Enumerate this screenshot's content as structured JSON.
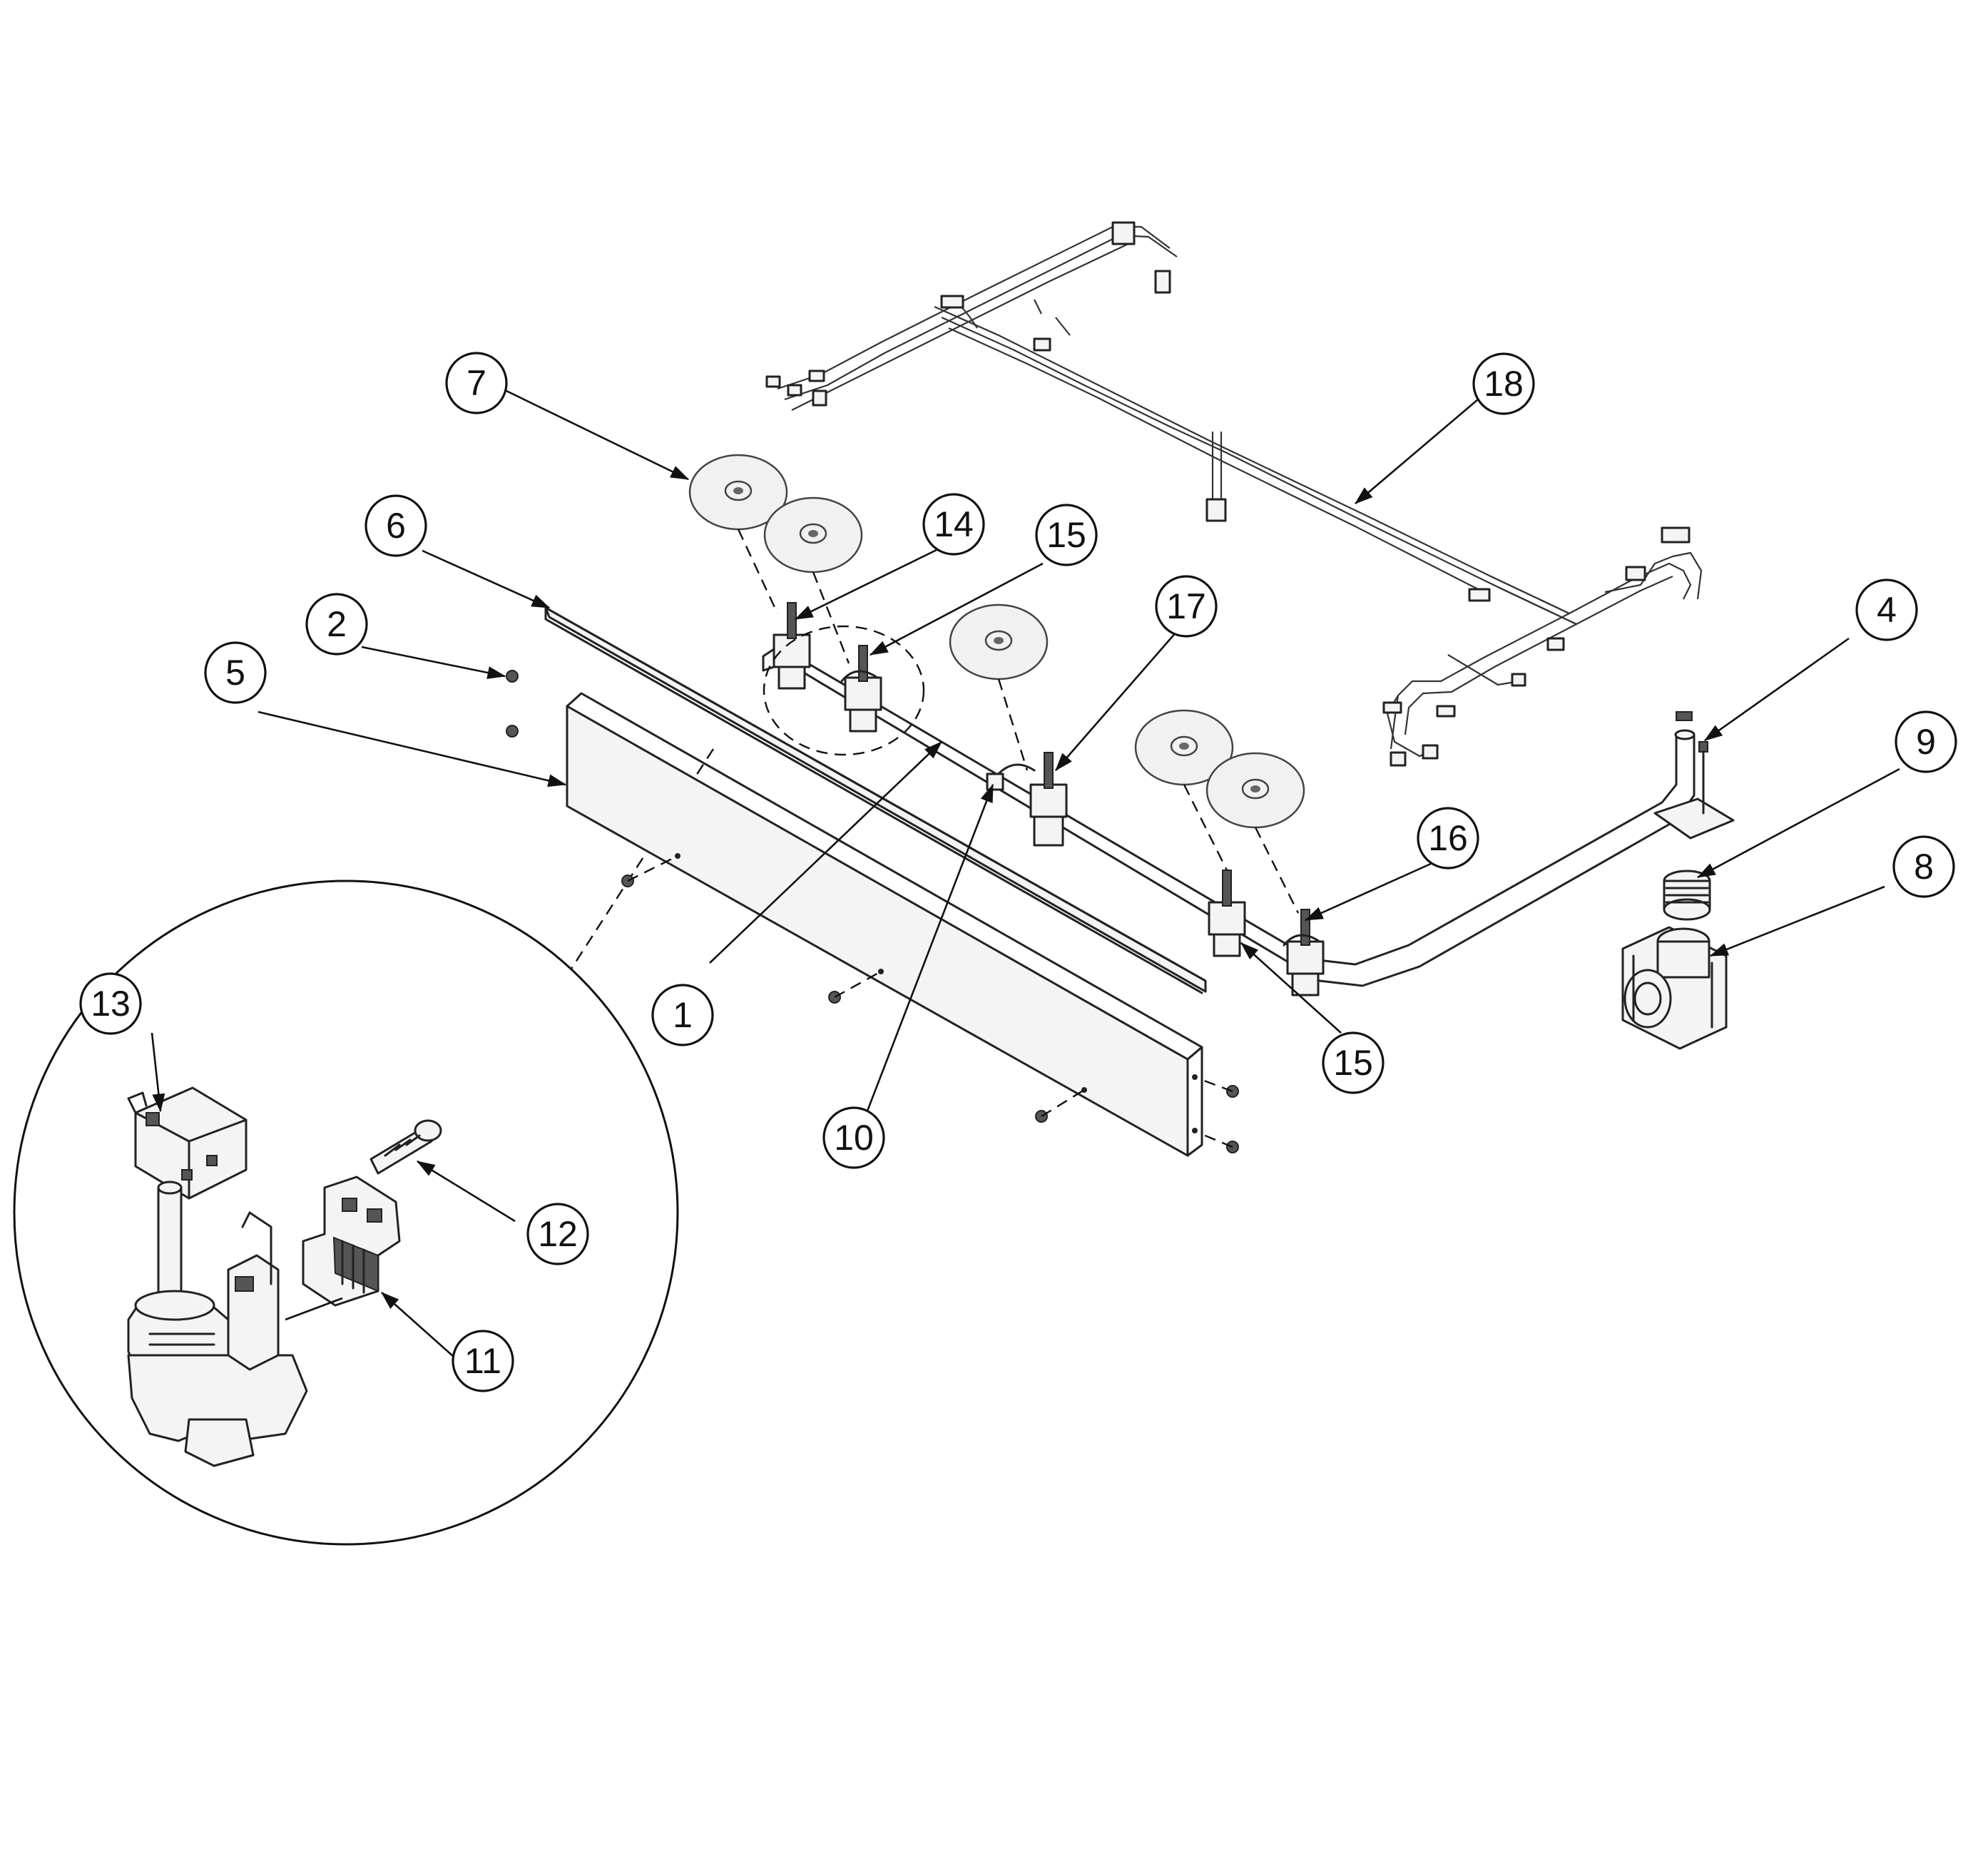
{
  "callouts": {
    "c1": "1",
    "c2": "2",
    "c4": "4",
    "c5": "5",
    "c6": "6",
    "c7": "7",
    "c8": "8",
    "c9": "9",
    "c10": "10",
    "c11": "11",
    "c12": "12",
    "c13": "13",
    "c14": "14",
    "c15a": "15",
    "c15b": "15",
    "c16": "16",
    "c17": "17",
    "c18": "18"
  },
  "colors": {
    "line": "#222222",
    "background": "#ffffff"
  },
  "icon_names": [
    "arrowhead"
  ]
}
